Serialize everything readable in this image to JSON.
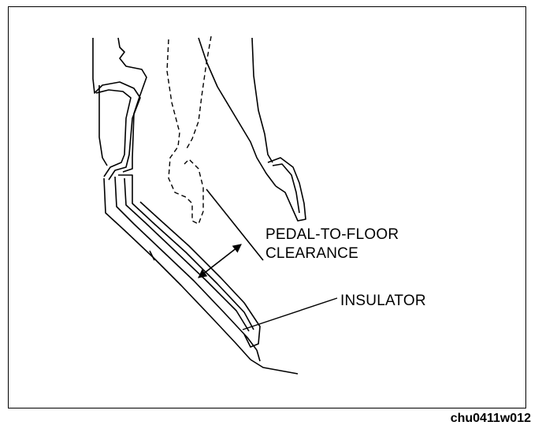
{
  "labels": {
    "pedal_to_floor_line1": "PEDAL-TO-FLOOR",
    "pedal_to_floor_line2": "CLEARANCE",
    "insulator": "INSULATOR"
  },
  "figure_code": "chu0411w012",
  "colors": {
    "ink": "#000000",
    "background": "#ffffff"
  }
}
